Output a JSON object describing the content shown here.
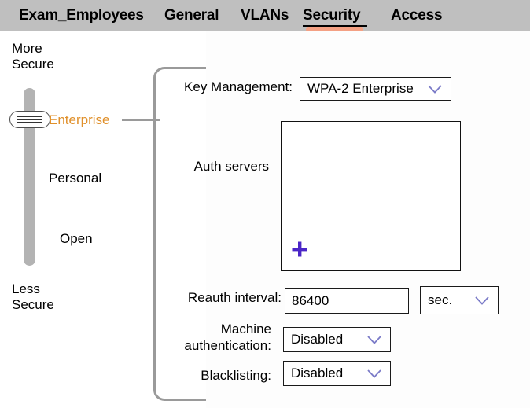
{
  "tabbar": {
    "tabs": [
      {
        "label": "Exam_Employees",
        "selected": false
      },
      {
        "label": "General",
        "selected": false
      },
      {
        "label": "VLANs",
        "selected": false
      },
      {
        "label": "Security",
        "selected": true
      },
      {
        "label": "Access",
        "selected": false
      }
    ],
    "background_color": "#bfbfbf",
    "selected_pill_color": "#f4a184"
  },
  "security_slider": {
    "top_label": "More\nSecure",
    "bottom_label": "Less\nSecure",
    "selected": "Enterprise",
    "selected_color": "#e0902b",
    "track_color": "#b3b3b3",
    "ticks": [
      {
        "label": "Enterprise",
        "selected": true
      },
      {
        "label": "Personal",
        "selected": false
      },
      {
        "label": "Open",
        "selected": false
      }
    ]
  },
  "panel": {
    "key_management": {
      "label": "Key Management:",
      "value": "WPA-2 Enterprise",
      "chevron": "chevron-down-icon"
    },
    "auth_servers": {
      "label": "Auth servers",
      "rows": [],
      "add_icon": "plus-icon",
      "add_icon_color": "#4b26c7"
    },
    "reauth_interval": {
      "label": "Reauth interval:",
      "value": "86400",
      "unit_value": "sec.",
      "unit_chevron": "chevron-down-icon"
    },
    "machine_authentication": {
      "label": "Machine\nauthentication:",
      "value": "Disabled",
      "chevron": "chevron-down-icon"
    },
    "blacklisting": {
      "label": "Blacklisting:",
      "value": "Disabled",
      "chevron": "chevron-down-icon"
    }
  },
  "colors": {
    "chevron": "#7b7bc8",
    "bracket": "#9a9a9a",
    "panel_bg": "#fdfdfd"
  }
}
